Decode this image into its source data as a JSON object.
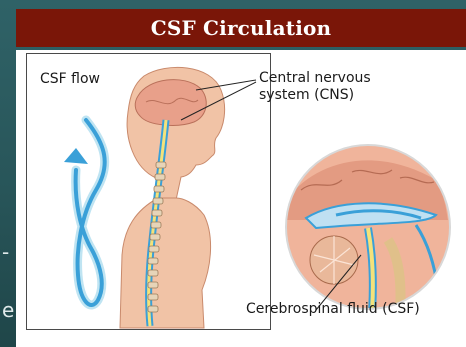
{
  "slide": {
    "title": "CSF Circulation",
    "title_bar_color": "#7a1608",
    "background_color": "#2d5e62"
  },
  "figure": {
    "labels": {
      "flow": "CSF flow",
      "cns": "Central nervous\nsystem (CNS)",
      "csf": "Cerebrospinal fluid (CSF)"
    },
    "arrow_color": "#3aa0d8",
    "fluid_color": "#3aa0d8",
    "brain_color": "#e8a08a"
  },
  "left_edge": {
    "glyphs": [
      "-",
      "e"
    ]
  }
}
